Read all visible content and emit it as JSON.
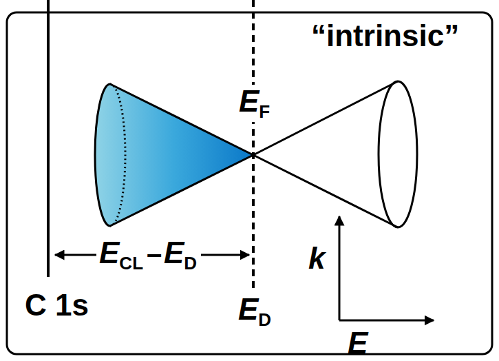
{
  "diagram": {
    "labels": [
      "“intrinsic”",
      "EF",
      "ECL",
      "–",
      "ED",
      "C 1s",
      "ED",
      "k",
      "E"
    ]
  }
}
